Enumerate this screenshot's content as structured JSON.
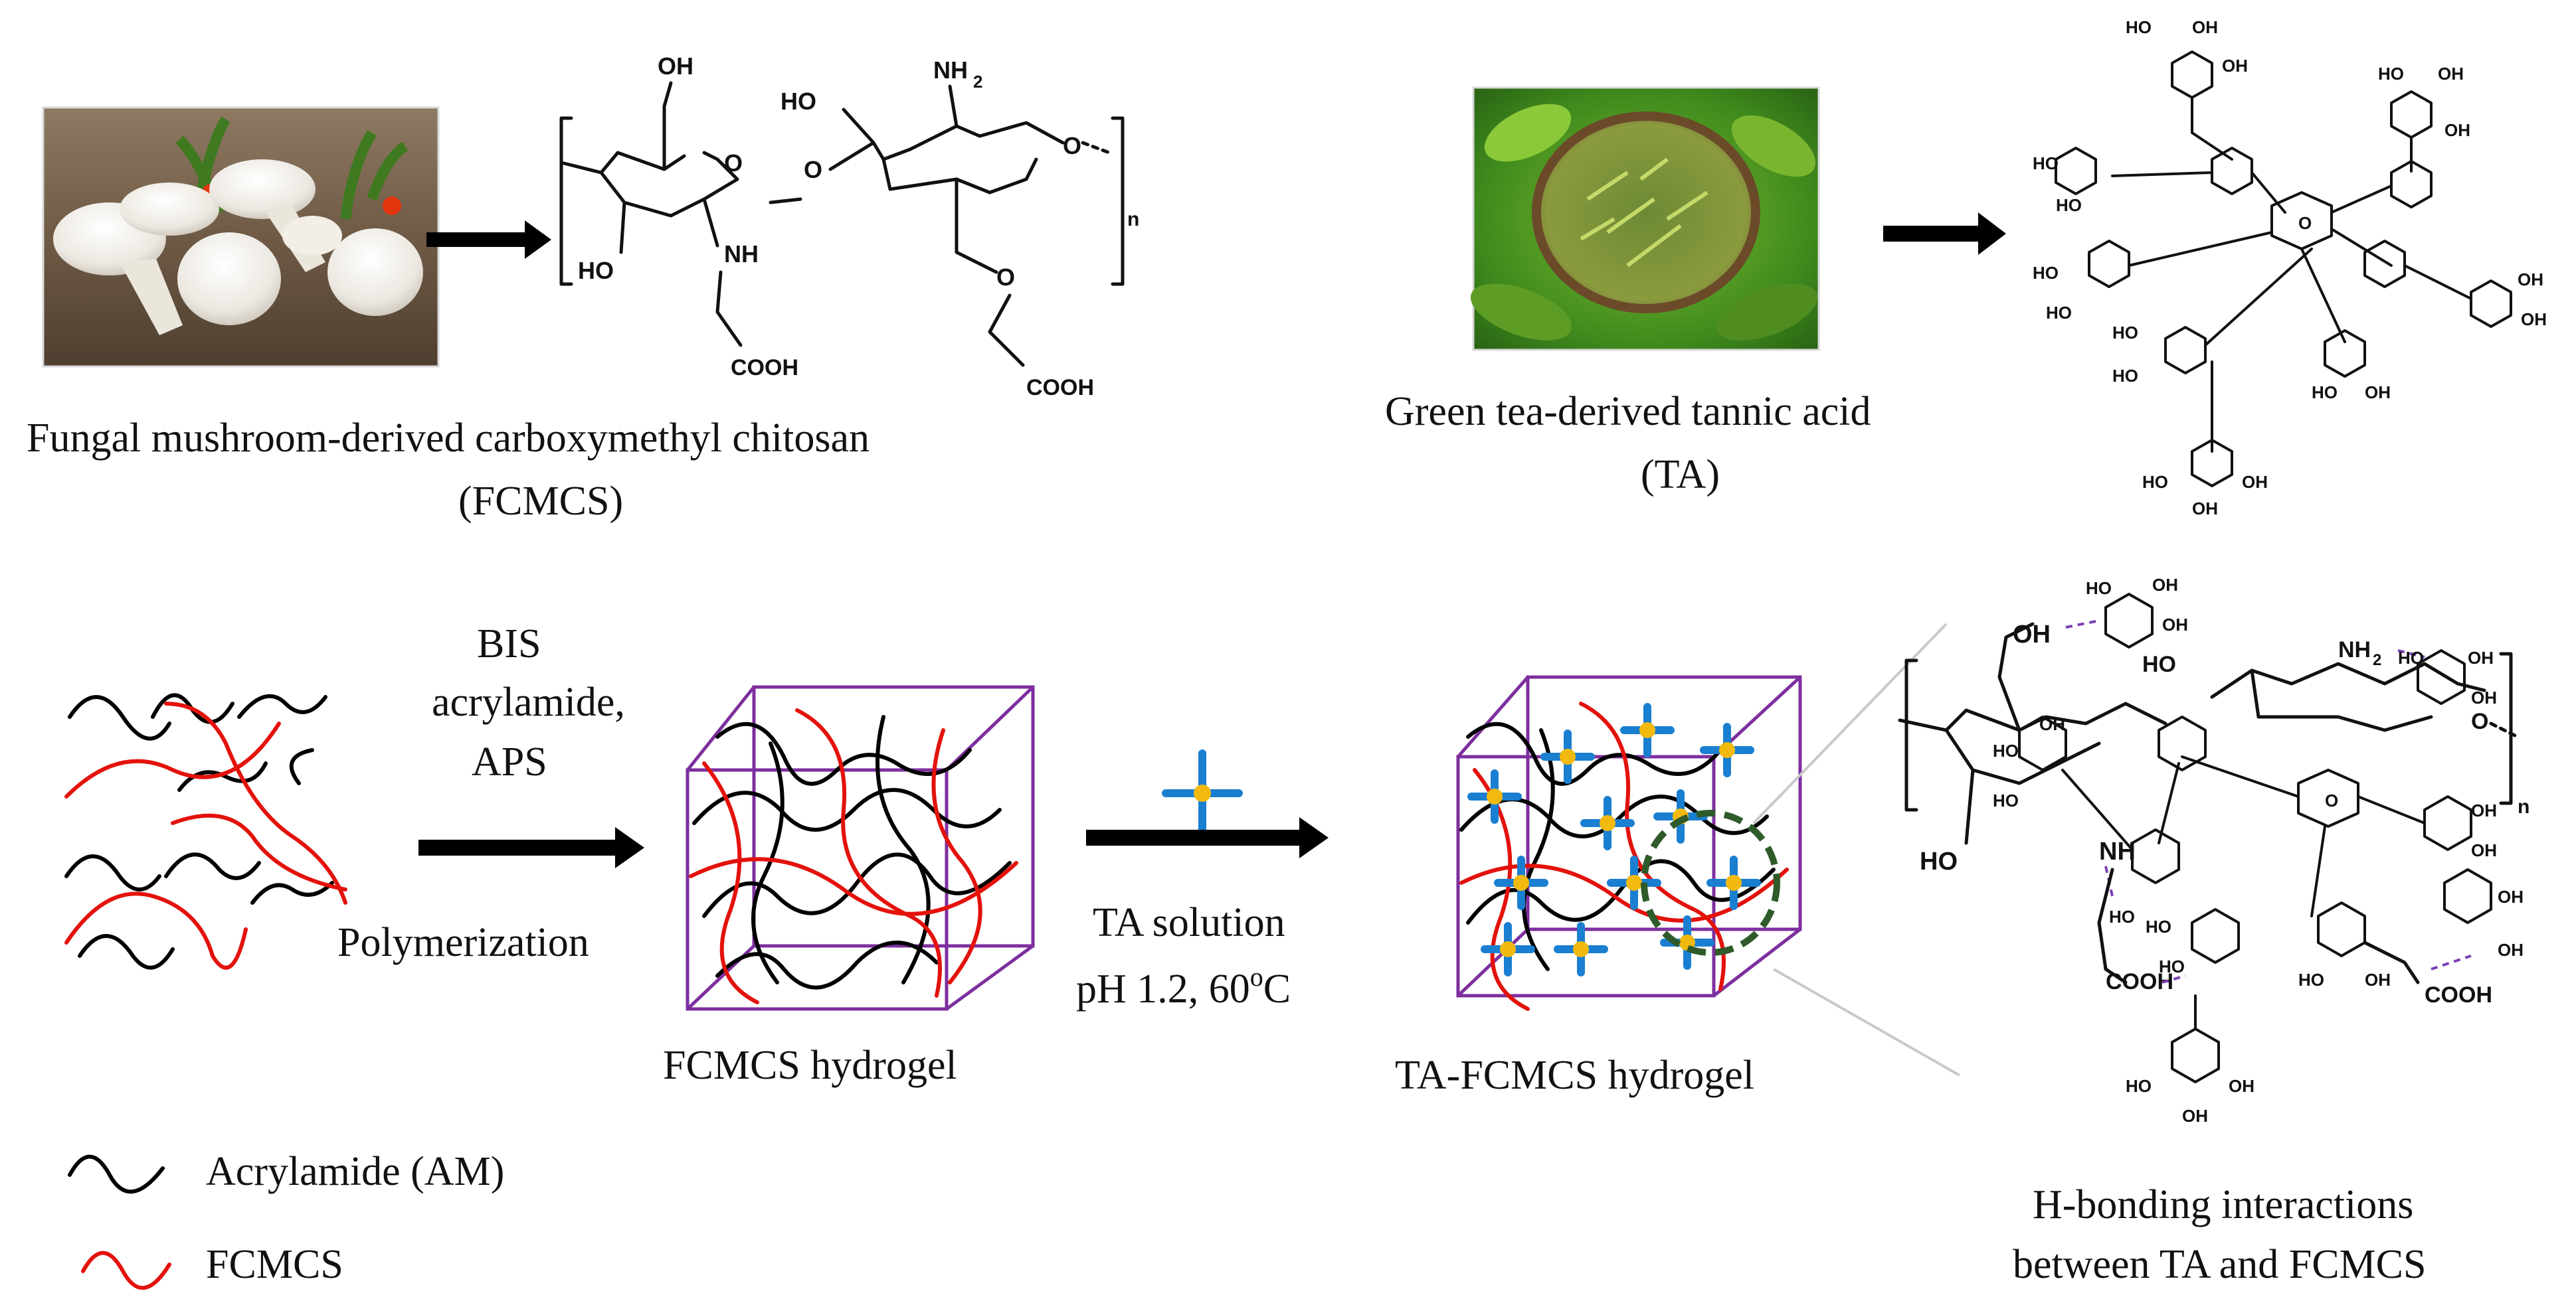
{
  "colors": {
    "arrow": "#000000",
    "am_chain": "#000000",
    "fcmcs_chain": "#e3120b",
    "cube_edge": "#7d2f9e",
    "ta_cross_arm": "#1a7fd1",
    "ta_cross_node": "#f2b90f",
    "h_bond": "#7b3fb5",
    "zoom_circle": "#2f5a2a"
  },
  "images": {
    "mushroom_photo": "fungal-mushroom-photo",
    "tea_photo": "green-tea-basket-photo"
  },
  "labels": {
    "fcmcs_title_line1": "Fungal mushroom-derived carboxymethyl chitosan",
    "fcmcs_title_line2": "(FCMCS)",
    "ta_title_line1": "Green tea-derived tannic acid",
    "ta_title_line2": "(TA)",
    "reagents_line1": "BIS",
    "reagents_line2": "acrylamide,",
    "reagents_line3": "APS",
    "polymerization": "Polymerization",
    "fcmcs_hydrogel": "FCMCS hydrogel",
    "ta_solution_line1": "TA solution",
    "ta_solution_line2_prefix": "pH 1.2, 60",
    "ta_solution_line2_sup": "o",
    "ta_solution_line2_suffix": "C",
    "ta_fcmcs_hydrogel": "TA-FCMCS hydrogel",
    "hbond_line1": "H-bonding interactions",
    "hbond_line2": "between TA and FCMCS"
  },
  "legend": [
    {
      "label": "Acrylamide (AM)",
      "color": "#000000"
    },
    {
      "label": "FCMCS",
      "color": "#e3120b"
    }
  ],
  "chem_fcmcs": {
    "oh_top": "OH",
    "ho_left": "HO",
    "nh2": "NH",
    "nh2_sub": "2",
    "ring_o1": "O",
    "bridge_o": "O",
    "ring_o2": "O",
    "end_o": "O",
    "ho_bottom": "HO",
    "nh": "NH",
    "cooh1": "COOH",
    "o_ether": "O",
    "cooh2": "COOH",
    "subscript_n": "n"
  },
  "chem_ta": {
    "oh": "OH",
    "ho": "HO",
    "o": "O"
  },
  "chem_complex": {
    "oh": "OH",
    "ho": "HO",
    "o": "O",
    "nh": "NH",
    "nh2": "NH",
    "nh2_sub": "2",
    "cooh": "COOH",
    "subscript_n": "n"
  }
}
